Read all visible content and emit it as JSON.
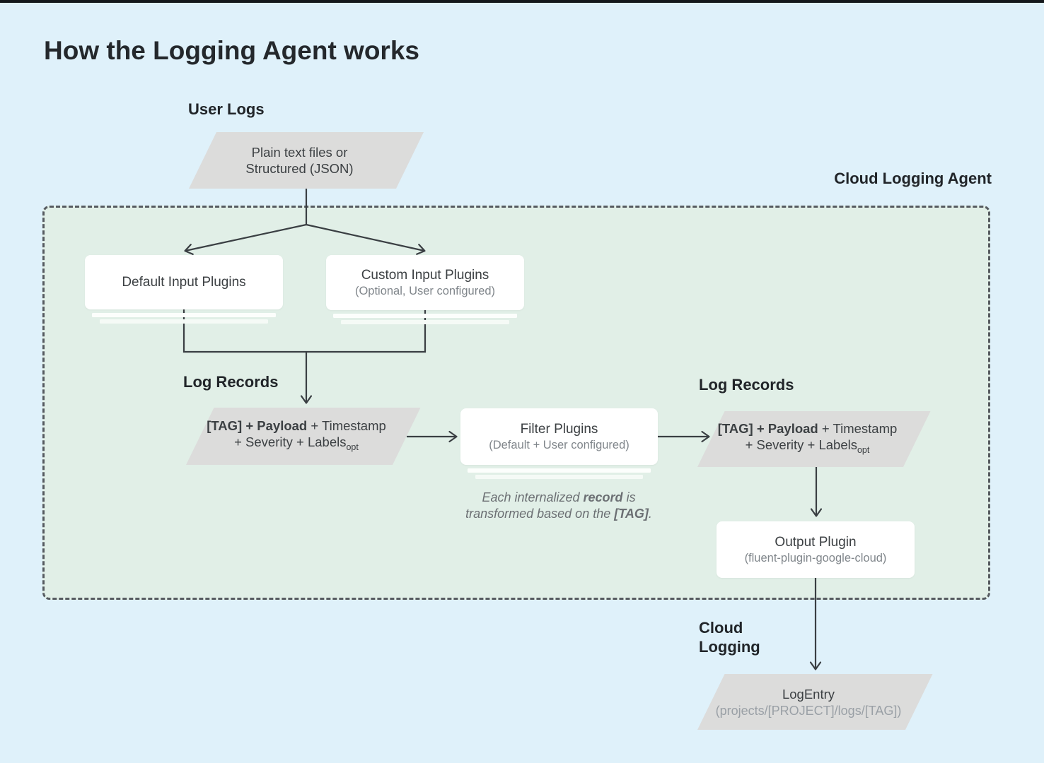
{
  "page": {
    "title": "How the Logging Agent works"
  },
  "colors": {
    "background": "#dff1fa",
    "top_bar": "#14181b",
    "agent_region_fill": "#e1efe7",
    "agent_region_border": "#565b60",
    "node_fill": "#ffffff",
    "parallelogram_fill": "#dcdcdb",
    "connector_line": "#3a3f43",
    "text_dark": "#24282c",
    "text_body": "#3c4043",
    "text_muted": "#80868b",
    "text_faint": "#9aa0a6"
  },
  "labels": {
    "user_logs": "User Logs",
    "agent": "Cloud Logging Agent",
    "log_records_in": "Log Records",
    "log_records_out": "Log Records",
    "cloud_logging_line1": "Cloud",
    "cloud_logging_line2": "Logging"
  },
  "nodes": {
    "user_logs_source": {
      "line1": "Plain text files or",
      "line2": "Structured (JSON)"
    },
    "default_input_plugins": {
      "title": "Default Input Plugins"
    },
    "custom_input_plugins": {
      "title": "Custom Input Plugins",
      "subtitle": "(Optional, User configured)"
    },
    "log_record_in": {
      "bold": "[TAG] + Payload",
      "rest": " + Timestamp",
      "line2": "+ Severity + Labels",
      "line2_subscript": "opt"
    },
    "filter_plugins": {
      "title": "Filter Plugins",
      "subtitle": "(Default + User configured)"
    },
    "log_record_out": {
      "bold": "[TAG] + Payload",
      "rest": " + Timestamp",
      "line2": "+ Severity + Labels",
      "line2_subscript": "opt"
    },
    "output_plugin": {
      "title": "Output Plugin",
      "subtitle": "(fluent-plugin-google-cloud)"
    },
    "log_entry": {
      "title": "LogEntry",
      "subtitle": "(projects/[PROJECT]/logs/[TAG])"
    }
  },
  "annotation": {
    "part1": "Each internalized ",
    "bold1": "record",
    "part2": " is transformed based on the ",
    "bold2": "[TAG]",
    "part3": "."
  }
}
